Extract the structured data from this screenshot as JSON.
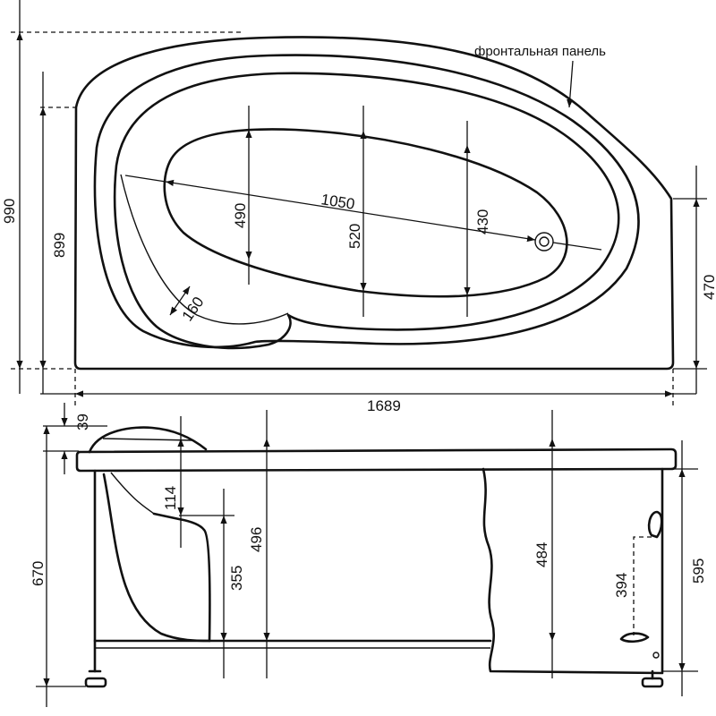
{
  "top_view": {
    "panel_label": "фронтальная панель",
    "dims": {
      "height_total": "990",
      "height_left": "899",
      "height_right": "470",
      "width_total": "1689",
      "basin_length": "1050",
      "basin_width_1": "490",
      "basin_width_2": "520",
      "basin_width_3": "430",
      "seat": "160"
    }
  },
  "side_view": {
    "dims": {
      "rim": "39",
      "headrest": "114",
      "seat_height": "355",
      "depth_left": "496",
      "depth_right": "484",
      "overflow": "394",
      "height_total": "670",
      "height_panel": "595"
    }
  }
}
